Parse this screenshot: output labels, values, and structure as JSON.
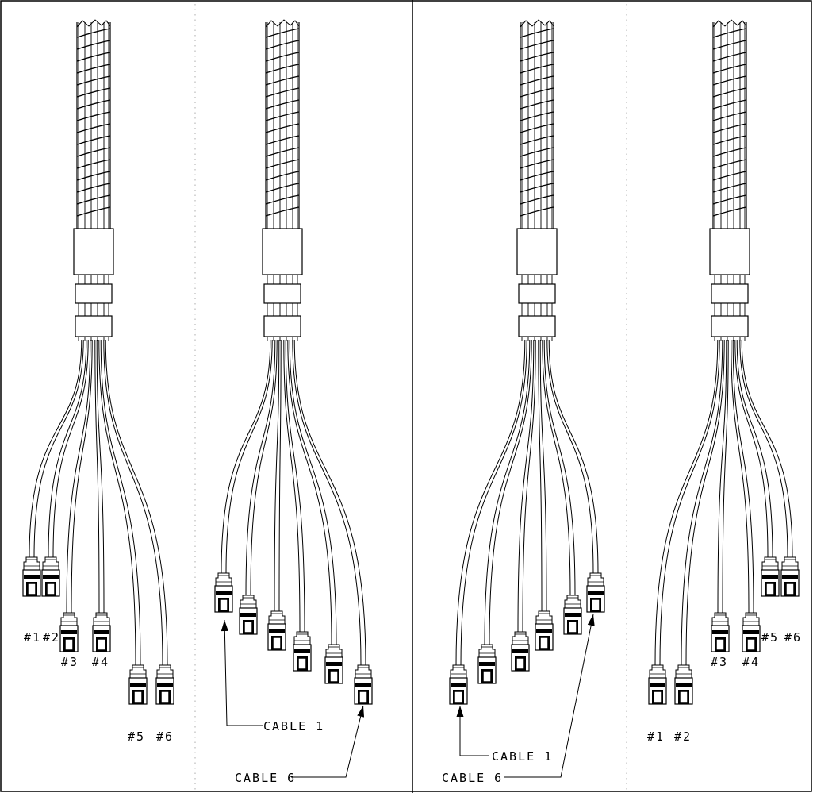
{
  "panels": [
    {
      "id": "p1",
      "labels": [
        {
          "key": "c1",
          "text": "#1"
        },
        {
          "key": "c2",
          "text": "#2"
        },
        {
          "key": "c3",
          "text": "#3"
        },
        {
          "key": "c4",
          "text": "#4"
        },
        {
          "key": "c5",
          "text": "#5"
        },
        {
          "key": "c6",
          "text": "#6"
        }
      ],
      "callouts": []
    },
    {
      "id": "p2",
      "labels": [],
      "callouts": [
        {
          "key": "a",
          "text": "CABLE 1"
        },
        {
          "key": "b",
          "text": "CABLE 6"
        }
      ]
    },
    {
      "id": "p3",
      "labels": [],
      "callouts": [
        {
          "key": "a",
          "text": "CABLE 1"
        },
        {
          "key": "b",
          "text": "CABLE 6"
        }
      ]
    },
    {
      "id": "p4",
      "labels": [
        {
          "key": "c1",
          "text": "#1"
        },
        {
          "key": "c2",
          "text": "#2"
        },
        {
          "key": "c3",
          "text": "#3"
        },
        {
          "key": "c4",
          "text": "#4"
        },
        {
          "key": "c5",
          "text": "#5"
        },
        {
          "key": "c6",
          "text": "#6"
        }
      ],
      "callouts": []
    }
  ]
}
